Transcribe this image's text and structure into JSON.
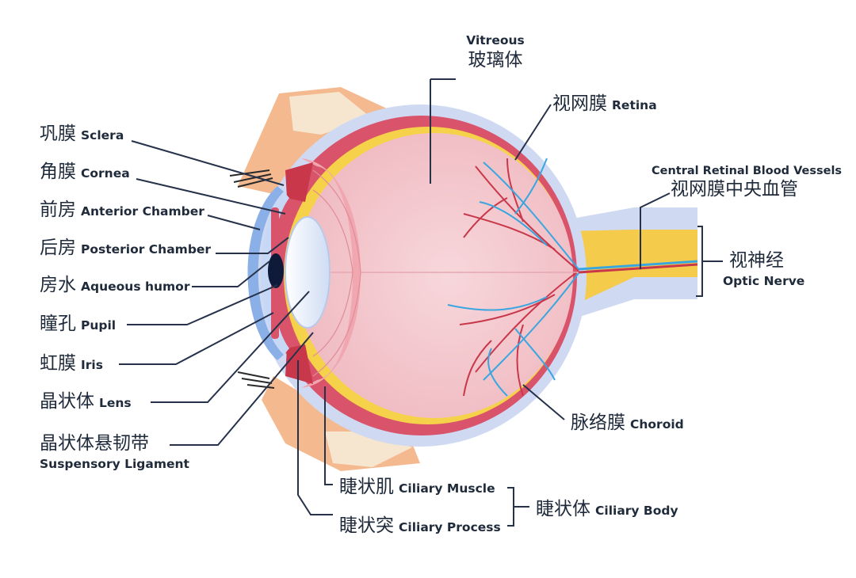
{
  "labels": {
    "sclera": {
      "zh": "巩膜",
      "en": "Sclera"
    },
    "cornea": {
      "zh": "角膜",
      "en": "Cornea"
    },
    "anterior_chamber": {
      "zh": "前房",
      "en": "Anterior Chamber"
    },
    "posterior_chamber": {
      "zh": "后房",
      "en": "Posterior Chamber"
    },
    "aqueous_humor": {
      "zh": "房水",
      "en": "Aqueous humor"
    },
    "pupil": {
      "zh": "瞳孔",
      "en": "Pupil"
    },
    "iris": {
      "zh": "虹膜",
      "en": "Iris"
    },
    "lens": {
      "zh": "晶状体",
      "en": "Lens"
    },
    "suspensory_ligament": {
      "zh": "晶状体悬韧带",
      "en": "Suspensory Ligament"
    },
    "vitreous": {
      "zh": "玻璃体",
      "en": "Vitreous"
    },
    "retina": {
      "zh": "视网膜",
      "en": "Retina"
    },
    "central_vessels": {
      "zh": "视网膜中央血管",
      "en": "Central Retinal Blood Vessels"
    },
    "optic_nerve": {
      "zh": "视神经",
      "en": "Optic Nerve"
    },
    "choroid": {
      "zh": "脉络膜",
      "en": "Choroid"
    },
    "ciliary_muscle": {
      "zh": "睫状肌",
      "en": "Ciliary Muscle"
    },
    "ciliary_process": {
      "zh": "睫状突",
      "en": "Ciliary Process"
    },
    "ciliary_body": {
      "zh": "睫状体",
      "en": "Ciliary Body"
    }
  },
  "colors": {
    "text": "#1f2a3a",
    "leader": "#26324a",
    "sclera": "#cfd9f2",
    "choroid": "#d9536a",
    "retina": "#f6d24a",
    "vitreous": "#f3c6cc",
    "vessel_red": "#c8374a",
    "vessel_blue": "#3aa6e0",
    "optic_nerve": "#f4cb4a",
    "orbit_bone": "#f4b98f",
    "bone_marrow": "#f6e6cf",
    "lens": "#e3ecfb",
    "cornea": "#8bb0e8"
  }
}
